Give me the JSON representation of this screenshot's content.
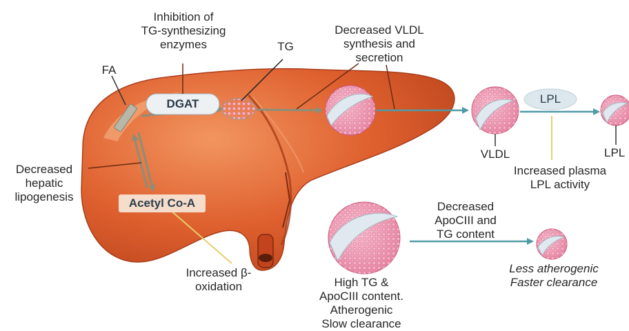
{
  "labels": {
    "inhibition": [
      "Inhibition of",
      "TG-synthesizing",
      "enzymes"
    ],
    "tg": "TG",
    "vldl_synthesis": [
      "Decreased VLDL",
      "synthesis and",
      "secretion"
    ],
    "fa": "FA",
    "dgat": "DGAT",
    "lpl_enzyme": "LPL",
    "vldl": "VLDL",
    "lpl_particle": "LPL",
    "lipogenesis": [
      "Decreased",
      "hepatic",
      "lipogenesis"
    ],
    "acetyl_coa": "Acetyl Co-A",
    "plasma_lpl": [
      "Increased plasma",
      "LPL activity"
    ],
    "apociii_decrease": [
      "Decreased",
      "ApoCIII and",
      "TG content"
    ],
    "beta_oxidation": [
      "Increased β-",
      "oxidation"
    ],
    "high_tg": [
      "High TG &",
      "ApoCIII content."
    ],
    "atherogenic": [
      "Atherogenic",
      "Slow clearance"
    ],
    "less_atherogenic": [
      "Less atherogenic",
      "Faster clearance"
    ]
  },
  "colors": {
    "liver": "#d9562a",
    "liver_highlight": "#ef8a55",
    "liver_shadow": "#a83c19",
    "particle_pink": "#f2a5bd",
    "particle_band": "#d5e6ee",
    "arrow": "#4f9aa6",
    "pill": "#dde7ee",
    "leader": "#6b2a12",
    "beta_line": "#e6cf6a"
  }
}
